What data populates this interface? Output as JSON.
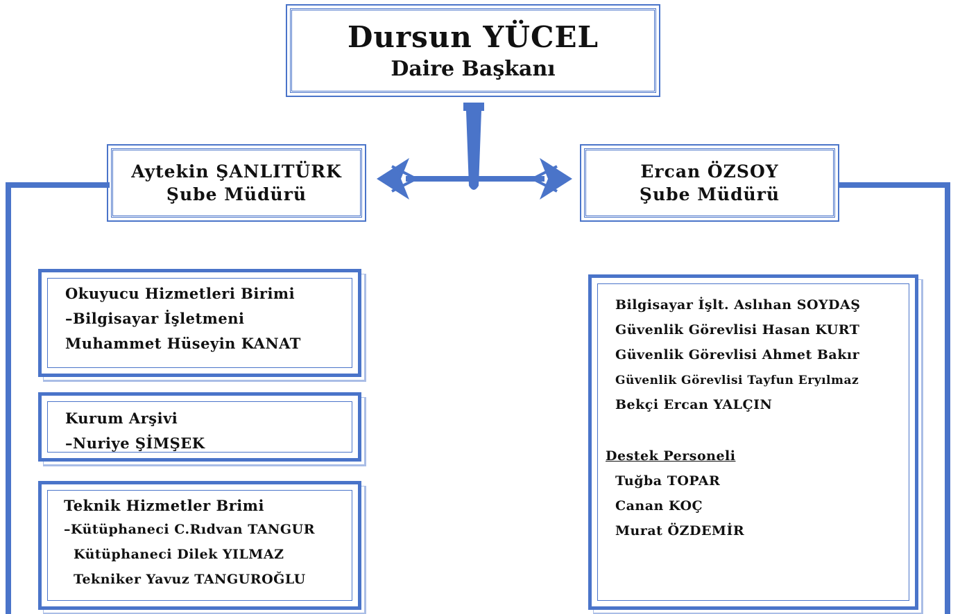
{
  "head": {
    "name": "Dursun YÜCEL",
    "title": "Daire Başkanı"
  },
  "left_manager": {
    "name": "Aytekin ŞANLITÜRK",
    "title": "Şube Müdürü"
  },
  "right_manager": {
    "name": "Ercan ÖZSOY",
    "title": "Şube Müdürü"
  },
  "left_units": [
    {
      "lines": [
        "Okuyucu Hizmetleri Birimi",
        "–Bilgisayar İşletmeni",
        "Muhammet Hüseyin KANAT"
      ]
    },
    {
      "lines": [
        "Kurum Arşivi",
        "–Nuriye ŞİMŞEK"
      ]
    },
    {
      "lines": [
        "Teknik Hizmetler Brimi",
        "–Kütüphaneci C.Rıdvan TANGUR",
        "Kütüphaneci Dilek YILMAZ",
        "Tekniker Yavuz TANGUROĞLU"
      ]
    }
  ],
  "right_unit": {
    "staff": [
      "Bilgisayar İşlt. Aslıhan SOYDAŞ",
      "Güvenlik Görevlisi Hasan KURT",
      "Güvenlik Görevlisi Ahmet Bakır",
      "Güvenlik Görevlisi Tayfun Eryılmaz",
      "Bekçi Ercan YALÇIN"
    ],
    "support_heading": "Destek Personeli",
    "support": [
      "Tuğba TOPAR",
      "Canan KOÇ",
      "Murat ÖZDEMİR"
    ]
  },
  "colors": {
    "accent": "#4a74c9"
  }
}
